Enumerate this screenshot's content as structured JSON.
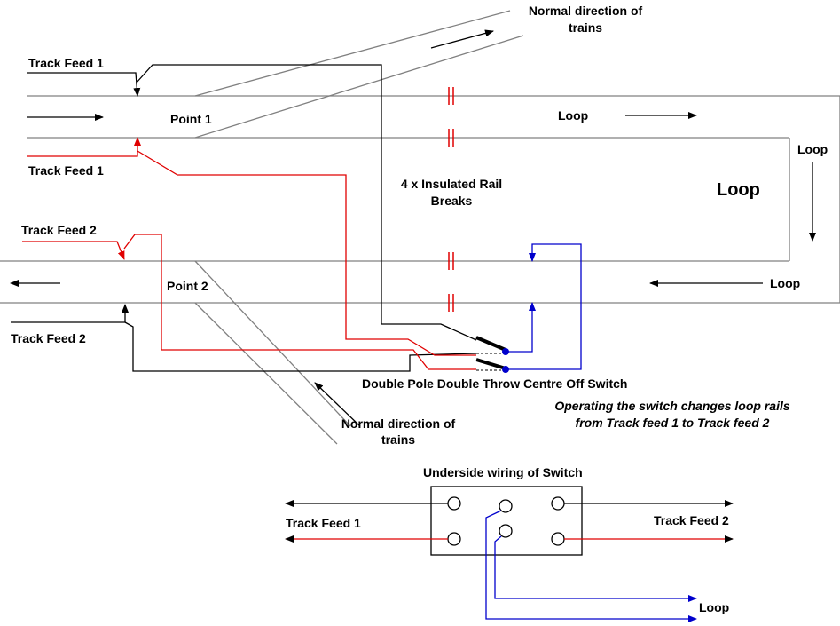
{
  "labels": {
    "track_feed_1_top": "Track Feed 1",
    "track_feed_1_red": "Track Feed 1",
    "track_feed_2_red": "Track Feed 2",
    "track_feed_2_black": "Track Feed 2",
    "point_1": "Point 1",
    "point_2": "Point 2",
    "normal_dir_top_line1": "Normal direction of",
    "normal_dir_top_line2": "trains",
    "normal_dir_bottom_line1": "Normal direction of",
    "normal_dir_bottom_line2": "trains",
    "loop_top": "Loop",
    "loop_right": "Loop",
    "loop_big": "Loop",
    "loop_bottom_track": "Loop",
    "insulated_line1": "4 x Insulated Rail",
    "insulated_line2": "Breaks",
    "switch_title": "Double Pole Double Throw Centre Off Switch",
    "note_line1": "Operating the switch changes loop rails",
    "note_line2": "from Track feed 1 to Track feed 2",
    "underside_title": "Underside wiring of Switch",
    "underside_feed1": "Track Feed 1",
    "underside_feed2": "Track Feed 2",
    "underside_loop": "Loop"
  },
  "colors": {
    "track": "#808080",
    "feed_black": "#000000",
    "feed_red": "#e00000",
    "loop_blue": "#0000cc",
    "break_red": "#e00000"
  }
}
